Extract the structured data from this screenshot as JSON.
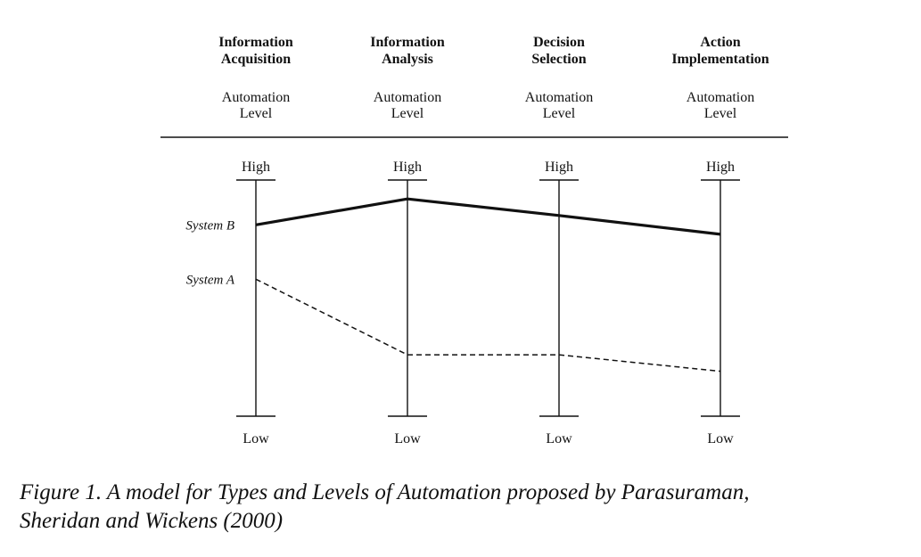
{
  "chart_data": {
    "type": "line",
    "stages": [
      {
        "title_lines": [
          "Information",
          "Acquisition"
        ],
        "level_lines": [
          "Automation",
          "Level"
        ],
        "high": "High",
        "low": "Low"
      },
      {
        "title_lines": [
          "Information",
          "Analysis"
        ],
        "level_lines": [
          "Automation",
          "Level"
        ],
        "high": "High",
        "low": "Low"
      },
      {
        "title_lines": [
          "Decision",
          "Selection"
        ],
        "level_lines": [
          "Automation",
          "Level"
        ],
        "high": "High",
        "low": "Low"
      },
      {
        "title_lines": [
          "Action",
          "Implementation"
        ],
        "level_lines": [
          "Automation",
          "Level"
        ],
        "high": "High",
        "low": "Low"
      }
    ],
    "series": [
      {
        "name": "System B",
        "style": "solid",
        "values": [
          0.81,
          0.92,
          0.85,
          0.77
        ]
      },
      {
        "name": "System A",
        "style": "dashed",
        "values": [
          0.58,
          0.26,
          0.26,
          0.19
        ]
      }
    ],
    "ylim": [
      0,
      1
    ]
  },
  "caption": {
    "line1": "Figure 1. A model for Types and Levels of Automation proposed by Parasuraman,",
    "line2": "Sheridan and Wickens (2000)"
  },
  "colors": {
    "ink": "#111111",
    "background": "#ffffff"
  }
}
